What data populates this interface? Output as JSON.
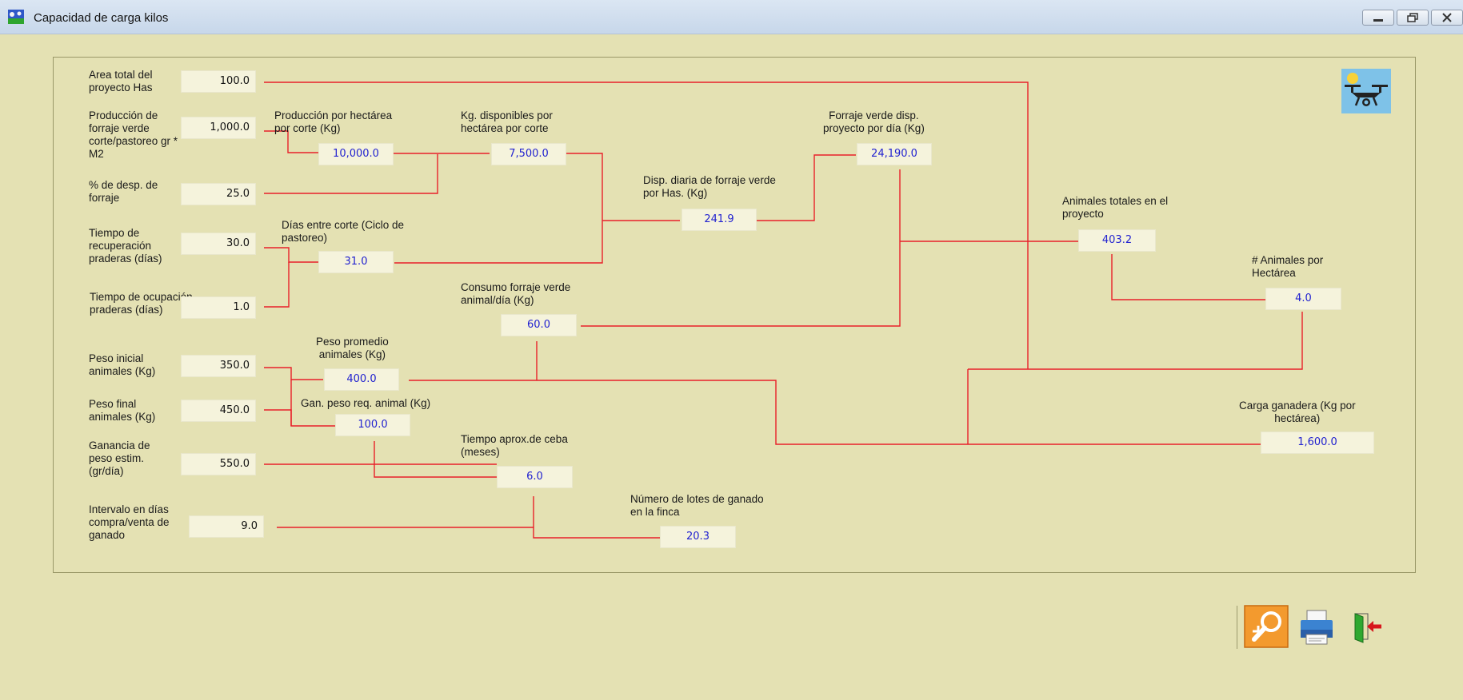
{
  "window": {
    "title": "Capacidad de carga kilos"
  },
  "inputs": [
    {
      "id": "area",
      "label": "Area total del\nproyecto Has",
      "value": "100.0"
    },
    {
      "id": "prod-forraje",
      "label": "Producción de\nforraje verde\ncorte/pastoreo gr *\nM2",
      "value": "1,000.0"
    },
    {
      "id": "desp",
      "label": "% de desp.  de\nforraje",
      "value": "25.0"
    },
    {
      "id": "recuperacion",
      "label": "Tiempo de\nrecuperación\npraderas (días)",
      "value": "30.0"
    },
    {
      "id": "ocupacion",
      "label": "Tiempo de ocupación\n praderas (días)",
      "value": "1.0"
    },
    {
      "id": "peso-inicial",
      "label": "Peso inicial\nanimales (Kg)",
      "value": "350.0"
    },
    {
      "id": "peso-final",
      "label": "Peso final\nanimales (Kg)",
      "value": "450.0"
    },
    {
      "id": "ganancia",
      "label": "Ganancia de\npeso estim.\n(gr/día)",
      "value": "550.0"
    },
    {
      "id": "intervalo",
      "label": "Intervalo en días\ncompra/venta     de\nganado",
      "value": "9.0"
    }
  ],
  "outputs": [
    {
      "id": "prod-hectarea",
      "label": "Producción por hectárea\npor corte (Kg)",
      "value": "10,000.0"
    },
    {
      "id": "kg-disponibles",
      "label": "Kg. disponibles   por\nhectárea por corte",
      "value": "7,500.0"
    },
    {
      "id": "dias-corte",
      "label": "Días entre corte (Ciclo        de\npastoreo)",
      "value": "31.0"
    },
    {
      "id": "disp-diaria",
      "label": "Disp. diaria de forraje   verde\npor Has. (Kg)",
      "value": "241.9"
    },
    {
      "id": "forraje-proyecto",
      "label": "Forraje verde disp.\nproyecto por día (Kg)",
      "value": "24,190.0"
    },
    {
      "id": "consumo",
      "label": "Consumo forraje verde\nanimal/día (Kg)",
      "value": "60.0"
    },
    {
      "id": "peso-promedio",
      "label": "Peso promedio\nanimales (Kg)",
      "value": "400.0"
    },
    {
      "id": "gan-peso",
      "label": "Gan. peso req. animal (Kg)",
      "value": "100.0"
    },
    {
      "id": "tiempo-ceba",
      "label": "Tiempo aprox.de ceba\n(meses)",
      "value": "6.0"
    },
    {
      "id": "lotes",
      "label": "Número de lotes de ganado\nen    la finca",
      "value": "20.3"
    },
    {
      "id": "animales-totales",
      "label": "Animales totales en el\nproyecto",
      "value": "403.2"
    },
    {
      "id": "animales-hectarea",
      "label": "# Animales por\nHectárea",
      "value": "4.0"
    },
    {
      "id": "carga",
      "label": "Carga ganadera (Kg por\nhectárea)",
      "value": "1,600.0"
    }
  ],
  "toolbar": [
    {
      "id": "zoom",
      "icon": "zoom-search-icon"
    },
    {
      "id": "print",
      "icon": "printer-icon"
    },
    {
      "id": "exit",
      "icon": "exit-door-icon"
    }
  ],
  "colors": {
    "background": "#e4e1b3",
    "connector": "#e8202a",
    "output_text": "#2222d0"
  }
}
